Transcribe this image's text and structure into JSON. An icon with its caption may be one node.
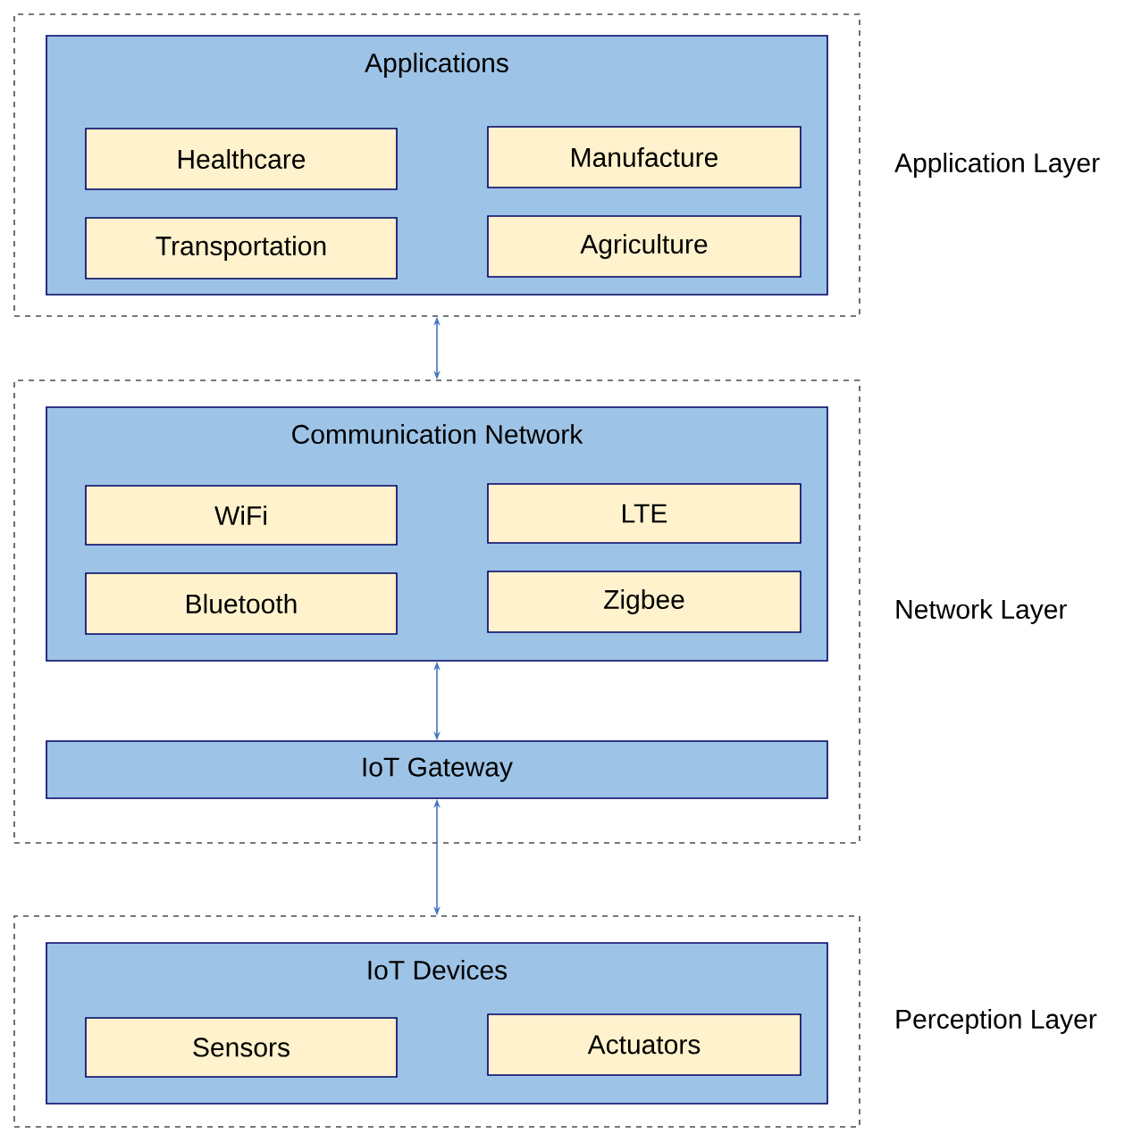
{
  "diagram": {
    "nodes": [
      {
        "text": [],
        "shape": "box",
        "beside": [
          "Application Layer"
        ]
      },
      {
        "text": [
          "Applications"
        ],
        "in": 0
      },
      {
        "text": [
          "Healthcare"
        ],
        "in": 1
      },
      {
        "text": [
          "Manufacture"
        ],
        "in": 1
      },
      {
        "text": [
          "Transportation"
        ],
        "in": 1
      },
      {
        "text": [
          "Agriculture"
        ],
        "in": 1
      },
      {
        "text": [],
        "shape": "box",
        "beside": [
          "Network Layer"
        ]
      },
      {
        "text": [
          "Communication Network"
        ],
        "in": 6
      },
      {
        "text": [
          "WiFi"
        ],
        "in": 7
      },
      {
        "text": [
          "LTE"
        ],
        "in": 7
      },
      {
        "text": [
          "Bluetooth"
        ],
        "in": 7
      },
      {
        "text": [
          "Zigbee"
        ],
        "in": 7
      },
      {
        "text": [
          "IoT Gateway"
        ],
        "in": 6
      },
      {
        "text": [],
        "shape": "box",
        "beside": [
          "Perception Layer"
        ]
      },
      {
        "text": [
          "IoT Devices"
        ],
        "in": 13
      },
      {
        "text": [
          "Sensors"
        ],
        "in": 14
      },
      {
        "text": [
          "Actuators"
        ],
        "in": 14
      }
    ],
    "edges": [
      {
        "from": 0,
        "to": 6,
        "arrow": "both"
      },
      {
        "from": 7,
        "to": 12,
        "arrow": "both"
      },
      {
        "from": 12,
        "to": 13,
        "arrow": "both"
      }
    ]
  }
}
